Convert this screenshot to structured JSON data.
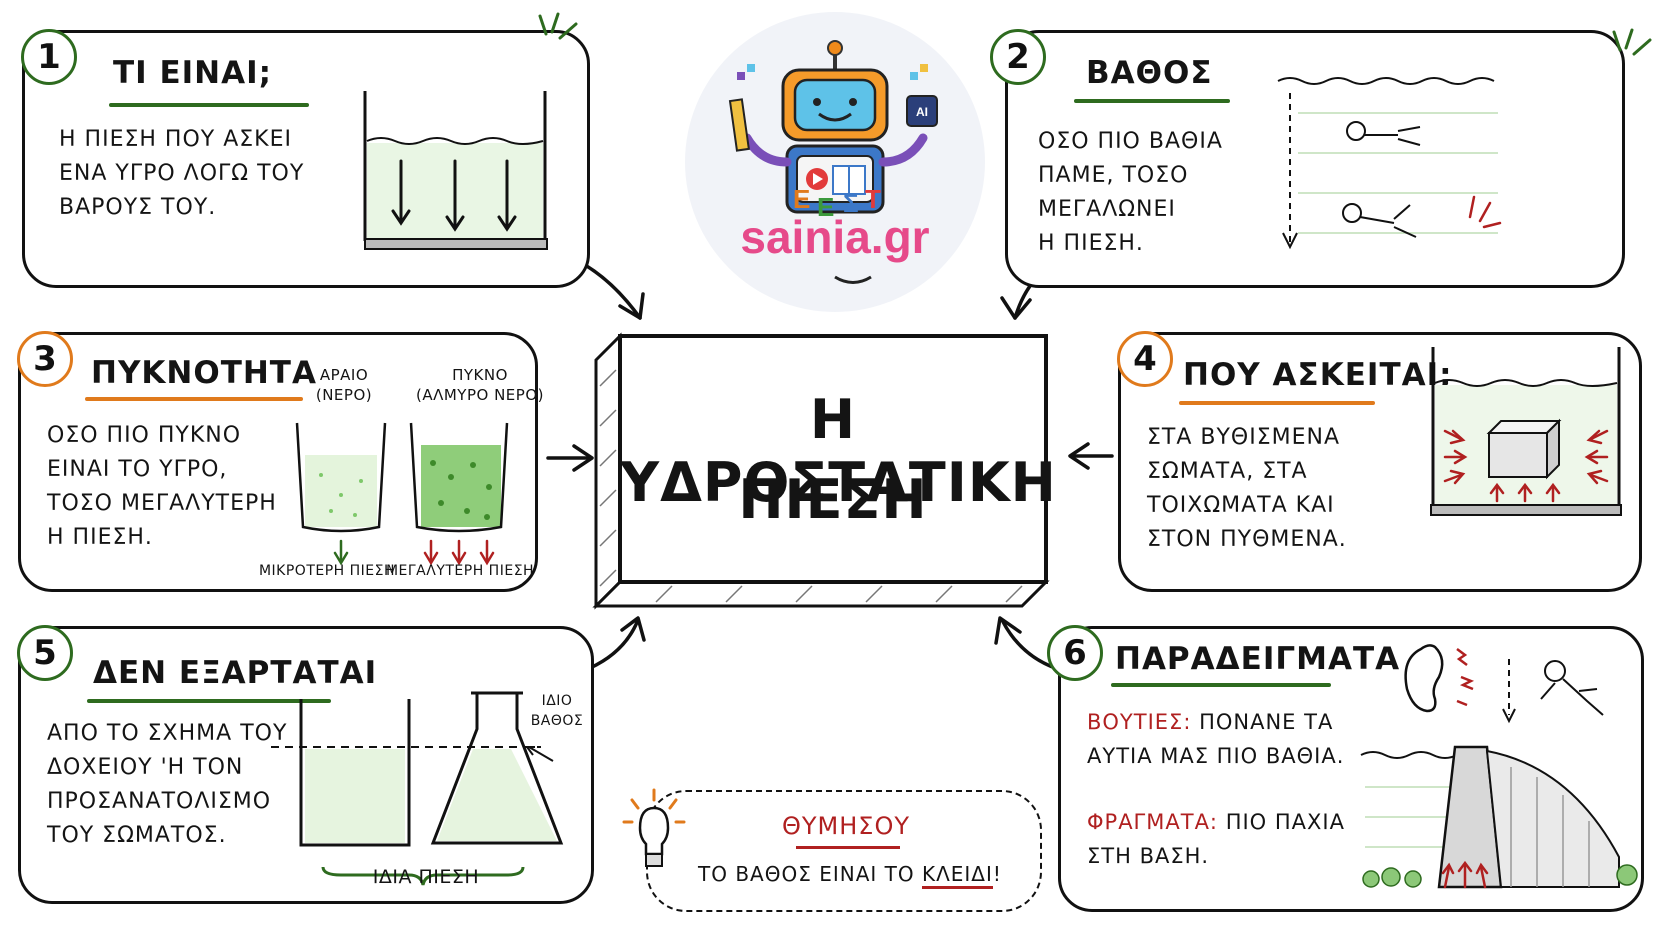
{
  "center_title": {
    "line1": "Η ΥΔΡΟΣΤΑΤΙΚΗ",
    "line2": "ΠΙΕΣΗ"
  },
  "logo": {
    "text": "sainia.gr",
    "ai_chip": "AI",
    "letters": [
      "Ε",
      "Ε",
      "Σ",
      "Τ"
    ]
  },
  "cards": [
    {
      "number": "1",
      "title": "ΤΙ ΕΙΝΑΙ;",
      "lines": [
        "Η ΠΙΕΣΗ ΠΟΥ ΑΣΚΕΙ",
        "ΕΝΑ ΥΓΡΟ ΛΟΓΩ ΤΟΥ",
        "ΒΑΡΟΥΣ ΤΟΥ."
      ]
    },
    {
      "number": "2",
      "title": "ΒΑΘΟΣ",
      "lines": [
        "ΟΣΟ ΠΙΟ ΒΑΘΙΑ",
        "ΠΑΜΕ, ΤΟΣΟ",
        "ΜΕΓΑΛΩΝΕΙ",
        "Η ΠΙΕΣΗ."
      ]
    },
    {
      "number": "3",
      "title": "ΠΥΚΝΟΤΗΤΑ",
      "lines": [
        "ΟΣΟ ΠΙΟ ΠΥΚΝΟ",
        "ΕΙΝΑΙ ΤΟ ΥΓΡΟ,",
        "ΤΟΣΟ ΜΕΓΑΛΥΤΕΡΗ",
        "Η ΠΙΕΣΗ."
      ],
      "beaker_left_label": [
        "ΑΡΑΙΟ",
        "(ΝΕΡΟ)"
      ],
      "beaker_right_label": [
        "ΠΥΚΝΟ",
        "(ΑΛΜΥΡΟ ΝΕΡΟ)"
      ],
      "left_caption": "ΜΙΚΡΟΤΕΡΗ ΠΙΕΣΗ",
      "right_caption": "ΜΕΓΑΛΥΤΕΡΗ ΠΙΕΣΗ"
    },
    {
      "number": "4",
      "title": "ΠΟΥ ΑΣΚΕΙΤΑΙ;",
      "lines": [
        "ΣΤΑ ΒΥΘΙΣΜΕΝΑ",
        "ΣΩΜΑΤΑ, ΣΤΑ",
        "ΤΟΙΧΩΜΑΤΑ ΚΑΙ",
        "ΣΤΟΝ ΠΥΘΜΕΝΑ."
      ]
    },
    {
      "number": "5",
      "title": "ΔΕΝ ΕΞΑΡΤΑΤΑΙ",
      "lines": [
        "ΑΠΟ ΤΟ ΣΧΗΜΑ ΤΟΥ",
        "ΔΟΧΕΙΟΥ 'Η ΤΟΝ",
        "ΠΡΟΣΑΝΑΤΟΛΙΣΜΟ",
        "ΤΟΥ ΣΩΜΑΤΟΣ."
      ],
      "depth_note": [
        "ΙΔΙΟ",
        "ΒΑΘΟΣ"
      ],
      "bottom_caption": "ΙΔΙΑ ΠΙΕΣΗ"
    },
    {
      "number": "6",
      "title": "ΠΑΡΑΔΕΙΓΜΑΤΑ",
      "ex1_label": "ΒΟΥΤΙΕΣ:",
      "ex1_rest": " ΠΟΝΑΝΕ ΤΑ",
      "ex1_line2": "ΑΥΤΙΑ ΜΑΣ ΠΙΟ ΒΑΘΙΑ.",
      "ex2_label": "ΦΡΑΓΜΑΤΑ:",
      "ex2_rest": " ΠΙΟ ΠΑΧΙΑ",
      "ex2_line2": "ΣΤΗ ΒΑΣΗ."
    }
  ],
  "reminder": {
    "title": "ΘΥΜΗΣΟΥ",
    "text_before": "ΤΟ ΒΑΘΟΣ ΕΙΝΑΙ ΤΟ ",
    "text_key": "ΚΛΕΙΔΙ",
    "text_after": "!"
  },
  "colors": {
    "green": "#2e6b1f",
    "orange": "#e07a1c",
    "red": "#b02020",
    "ink": "#141414",
    "liquid": "#7ec86a"
  }
}
